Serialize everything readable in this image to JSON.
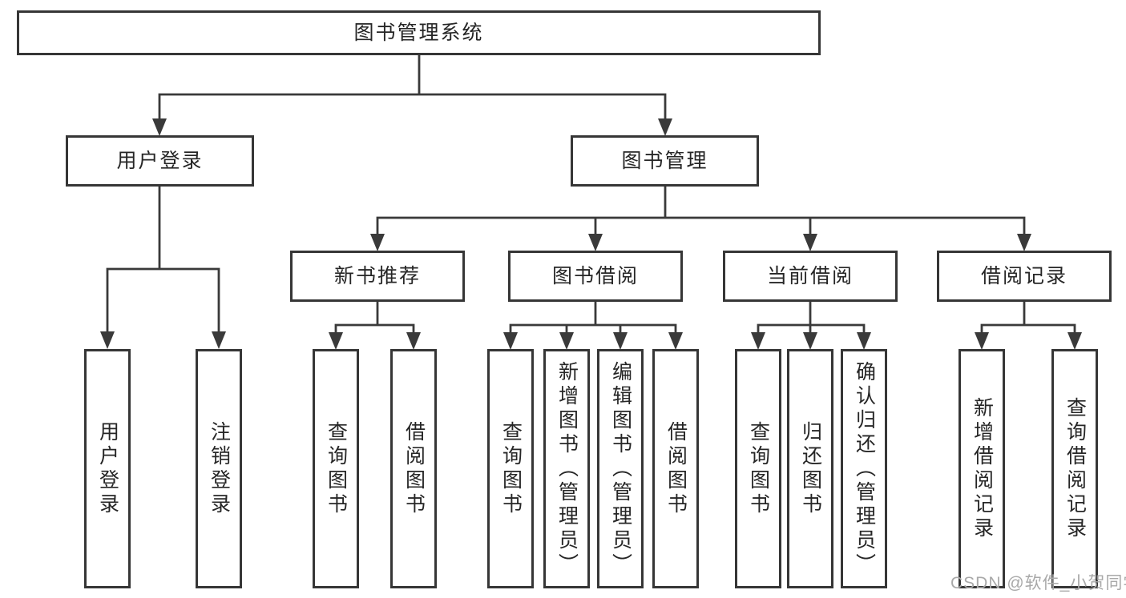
{
  "diagram": {
    "root": {
      "label": "图书管理系统"
    },
    "user_login": {
      "label": "用户登录",
      "children": [
        {
          "label": "用户登录"
        },
        {
          "label": "注销登录"
        }
      ]
    },
    "book_management": {
      "label": "图书管理",
      "sections": [
        {
          "label": "新书推荐",
          "children": [
            {
              "label": "查询图书"
            },
            {
              "label": "借阅图书"
            }
          ]
        },
        {
          "label": "图书借阅",
          "children": [
            {
              "label": "查询图书"
            },
            {
              "label": "新增图书（管理员）"
            },
            {
              "label": "编辑图书（管理员）"
            },
            {
              "label": "借阅图书"
            }
          ]
        },
        {
          "label": "当前借阅",
          "children": [
            {
              "label": "查询图书"
            },
            {
              "label": "归还图书"
            },
            {
              "label": "确认归还（管理员）"
            }
          ]
        },
        {
          "label": "借阅记录",
          "children": [
            {
              "label": "新增借阅记录"
            },
            {
              "label": "查询借阅记录"
            }
          ]
        }
      ]
    }
  },
  "watermark": {
    "text": "CSDN @软件_小贺同学"
  },
  "colors": {
    "background": "#ffffff",
    "line": "#3a3a3a",
    "box_border": "#363636",
    "text": "#262626",
    "watermark": "#a9a9a9"
  }
}
